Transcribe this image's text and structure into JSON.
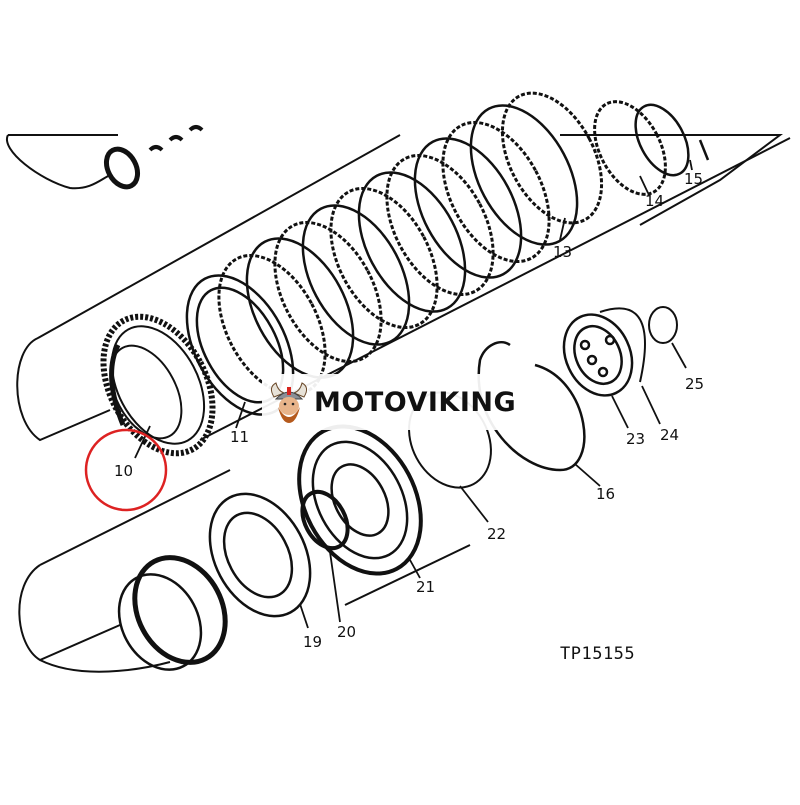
{
  "diagram": {
    "part_labels": [
      "10",
      "11",
      "13",
      "14",
      "15",
      "16",
      "19",
      "20",
      "21",
      "22",
      "23",
      "24",
      "25"
    ],
    "highlighted_part": "10",
    "highlight_color": "#dd2222",
    "reference_code": "TP15155"
  },
  "watermark": {
    "text": "MOTOVIKING",
    "logo_icon": "viking-head-icon"
  }
}
